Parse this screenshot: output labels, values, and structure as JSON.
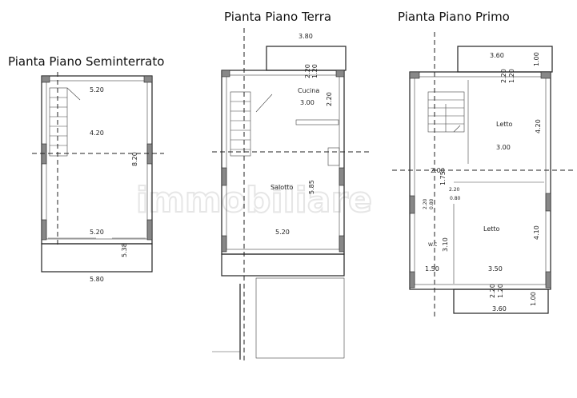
{
  "watermark": "immobiliare",
  "plans": {
    "seminterrato": {
      "title": "Pianta Piano Seminterrato",
      "dims": [
        "5.20",
        "4.20",
        "8.20",
        "5.20",
        "5.38",
        "5.80"
      ]
    },
    "terra": {
      "title": "Pianta Piano Terra",
      "rooms": [
        "Cucina",
        "Salotto"
      ],
      "dims": [
        "3.80",
        "2.20",
        "1.20",
        "3.00",
        "2.20",
        "5.85",
        "5.20"
      ]
    },
    "primo": {
      "title": "Pianta Piano Primo",
      "rooms": [
        "Letto",
        "Letto",
        "W.C"
      ],
      "dims": [
        "3.60",
        "1.00",
        "2.20",
        "1.20",
        "4.20",
        "3.00",
        "2.00",
        "1.75",
        "2.20",
        "0.80",
        "2.20",
        "0.80",
        "4.10",
        "3.10",
        "1.50",
        "3.50",
        "2.20",
        "1.20",
        "1.00",
        "3.60"
      ]
    }
  }
}
